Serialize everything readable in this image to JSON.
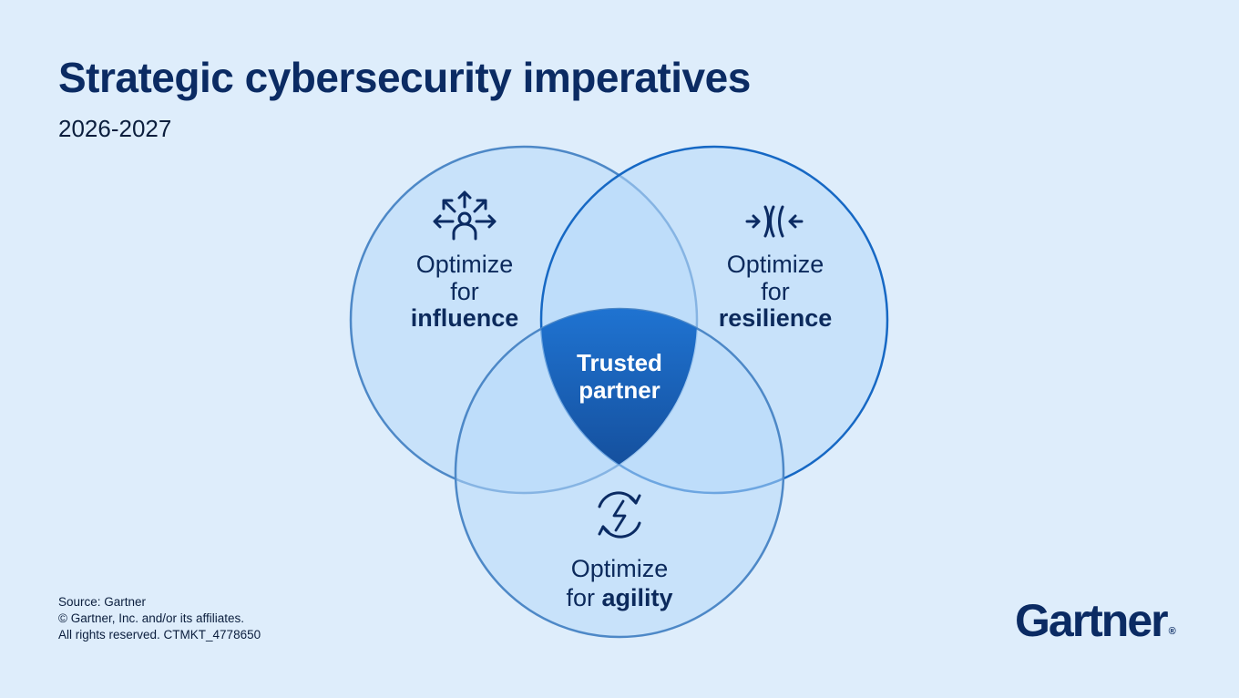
{
  "header": {
    "title": "Strategic cybersecurity imperatives",
    "subtitle": "2026-2027"
  },
  "diagram": {
    "circles": [
      {
        "id": "influence",
        "line1": "Optimize",
        "line2": "for",
        "emphasis": "influence",
        "icon": "people-network-icon"
      },
      {
        "id": "resilience",
        "line1": "Optimize",
        "line2": "for",
        "emphasis": "resilience",
        "icon": "compress-arrows-icon"
      },
      {
        "id": "agility",
        "line1": "Optimize",
        "line2": "for",
        "emphasis": "agility",
        "icon": "lightning-cycle-icon"
      }
    ],
    "center": {
      "line1": "Trusted",
      "line2": "partner"
    },
    "colors": {
      "background": "#deedfb",
      "circle_fill": "#b7d9fa",
      "circle_stroke": "#4d88c7",
      "resilience_stroke": "#1668c4",
      "center_gradient_top": "#1f73d1",
      "center_gradient_bottom": "#0a2a66",
      "text": "#0c2a5c"
    }
  },
  "footer": {
    "source": "Source: Gartner",
    "copyright": "© Gartner, Inc. and/or its affiliates.",
    "rights": "All rights reserved. CTMKT_4778650"
  },
  "logo": {
    "text": "Gartner",
    "mark": "®"
  }
}
